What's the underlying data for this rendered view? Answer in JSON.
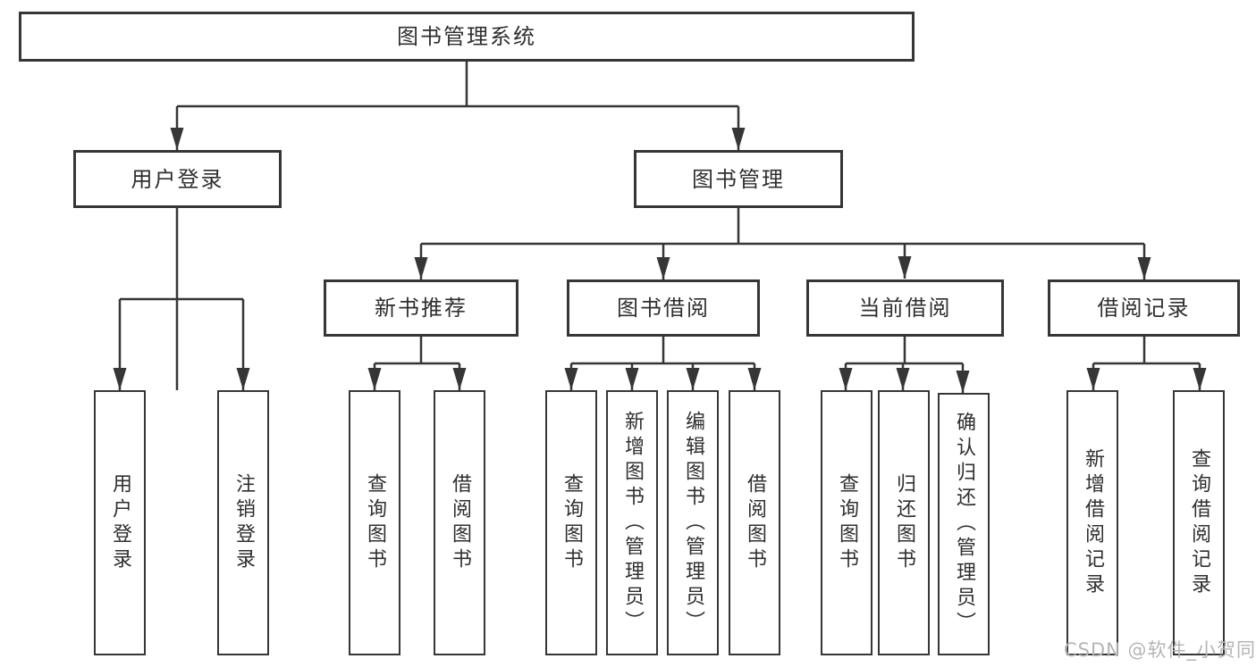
{
  "diagram": {
    "title": "图书管理系统",
    "root": {
      "label": "图书管理系统"
    },
    "branches": [
      {
        "label": "用户登录",
        "children": [
          {
            "label": "用户登录"
          },
          {
            "label": "注销登录"
          }
        ]
      },
      {
        "label": "图书管理",
        "children": [
          {
            "label": "新书推荐",
            "children": [
              {
                "label": "查询图书"
              },
              {
                "label": "借阅图书"
              }
            ]
          },
          {
            "label": "图书借阅",
            "children": [
              {
                "label": "查询图书"
              },
              {
                "label": "新增图书（管理员）"
              },
              {
                "label": "编辑图书（管理员）"
              },
              {
                "label": "借阅图书"
              }
            ]
          },
          {
            "label": "当前借阅",
            "children": [
              {
                "label": "查询图书"
              },
              {
                "label": "归还图书"
              },
              {
                "label": "确认归还（管理员）"
              }
            ]
          },
          {
            "label": "借阅记录",
            "children": [
              {
                "label": "新增借阅记录"
              },
              {
                "label": "查询借阅记录"
              }
            ]
          }
        ]
      }
    ]
  },
  "watermark": {
    "text": "CSDN @软件_小贺同学"
  },
  "colors": {
    "line": "#363636",
    "box_border": "#363636",
    "text": "#2f2f2f",
    "watermark": "#b5b5b5",
    "background": "#ffffff"
  }
}
